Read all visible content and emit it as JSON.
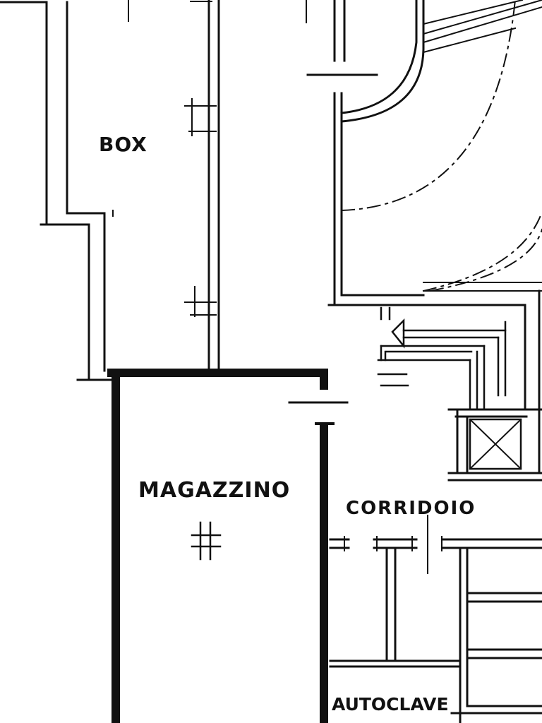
{
  "plan": {
    "rooms": {
      "box": "BOX",
      "magazzino": "MAGAZZINO",
      "corridoio": "CORRIDOIO",
      "autoclave": "AUTOCLAVE"
    },
    "symbols": {
      "floor_drain": "#"
    },
    "colors": {
      "ink": "#111111",
      "paper": "#ffffff"
    }
  }
}
